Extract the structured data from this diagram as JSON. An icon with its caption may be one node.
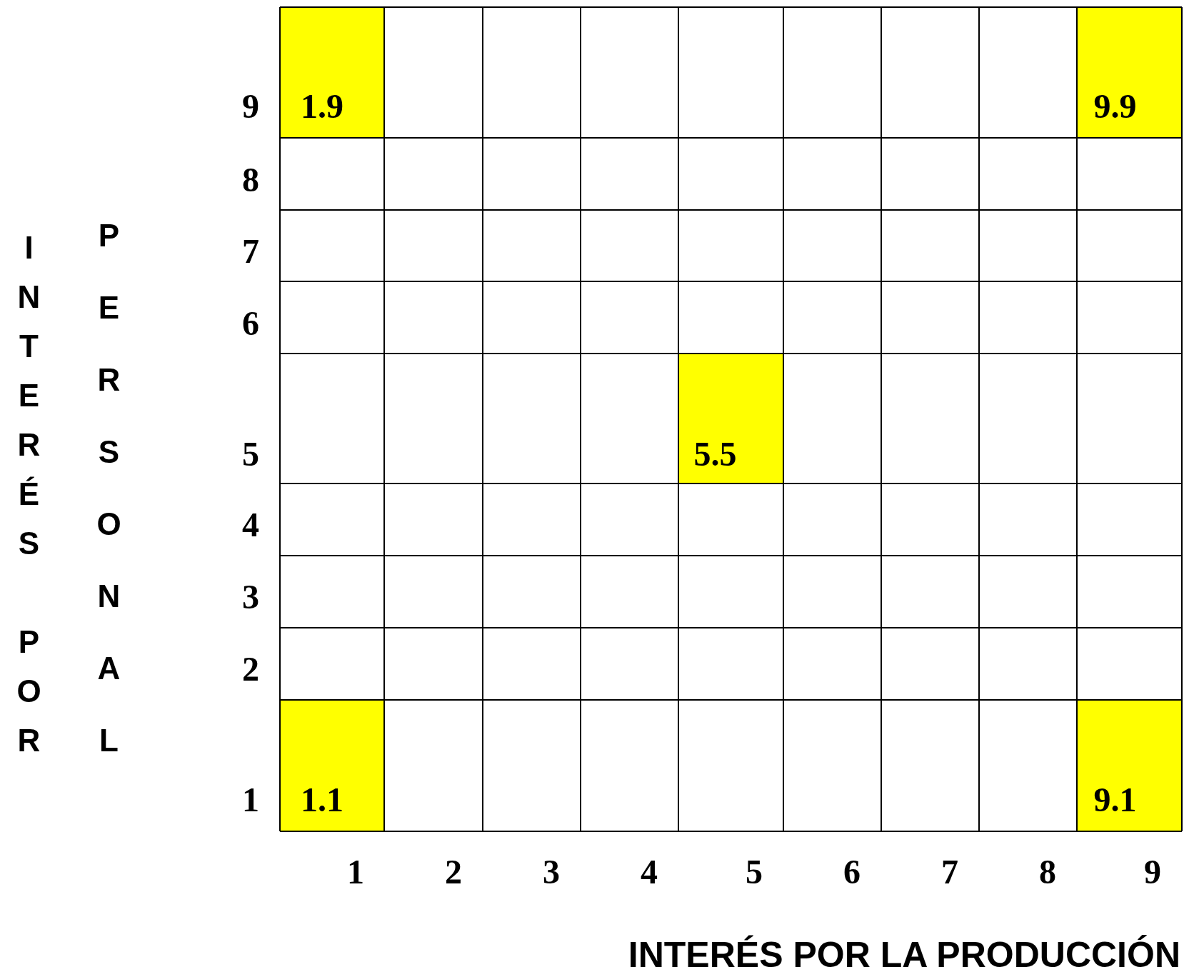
{
  "diagram": {
    "labels": [
      "INTERÉS POR",
      "PERSONAL",
      "9",
      "1.9",
      "9.9",
      "8",
      "7",
      "6",
      "5",
      "5.5",
      "4",
      "3",
      "2",
      "1",
      "1.1",
      "9.1",
      "1",
      "2",
      "3",
      "4",
      "5",
      "6",
      "7",
      "8",
      "9",
      "INTERÉS POR LA PRODUCCIÓN"
    ]
  }
}
